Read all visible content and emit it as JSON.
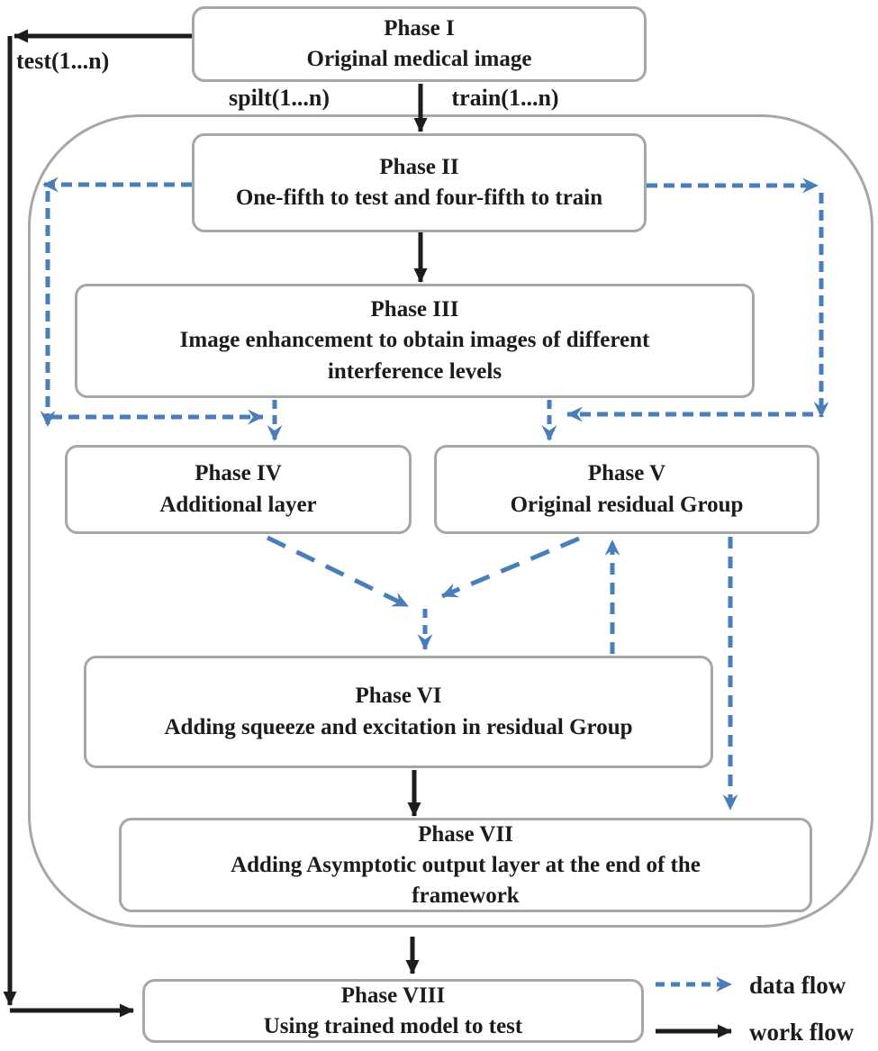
{
  "figure": {
    "phases": [
      {
        "title": "Phase I",
        "body": "Original medical image"
      },
      {
        "title": "Phase II",
        "body": "One-fifth to test and four-fifth to train"
      },
      {
        "title": "Phase III",
        "body": "Image enhancement to obtain images of different interference levels"
      },
      {
        "title": "Phase IV",
        "body": "Additional layer"
      },
      {
        "title": "Phase V",
        "body": "Original residual Group"
      },
      {
        "title": "Phase VI",
        "body": "Adding squeeze and excitation in residual Group"
      },
      {
        "title": "Phase VII",
        "body": "Adding Asymptotic output layer at the end of the framework"
      },
      {
        "title": "Phase VIII",
        "body": "Using trained model to test"
      }
    ],
    "flow_labels": {
      "test": "test(1...n)",
      "spilt": "spilt(1...n)",
      "train": "train(1...n)"
    },
    "legend": {
      "data_flow": "data flow",
      "work_flow": "work flow"
    },
    "colors": {
      "data_flow_blue": "#4A7EBB",
      "work_flow_black": "#1D1D1D",
      "box_border_gray": "#A3A9A3"
    }
  }
}
